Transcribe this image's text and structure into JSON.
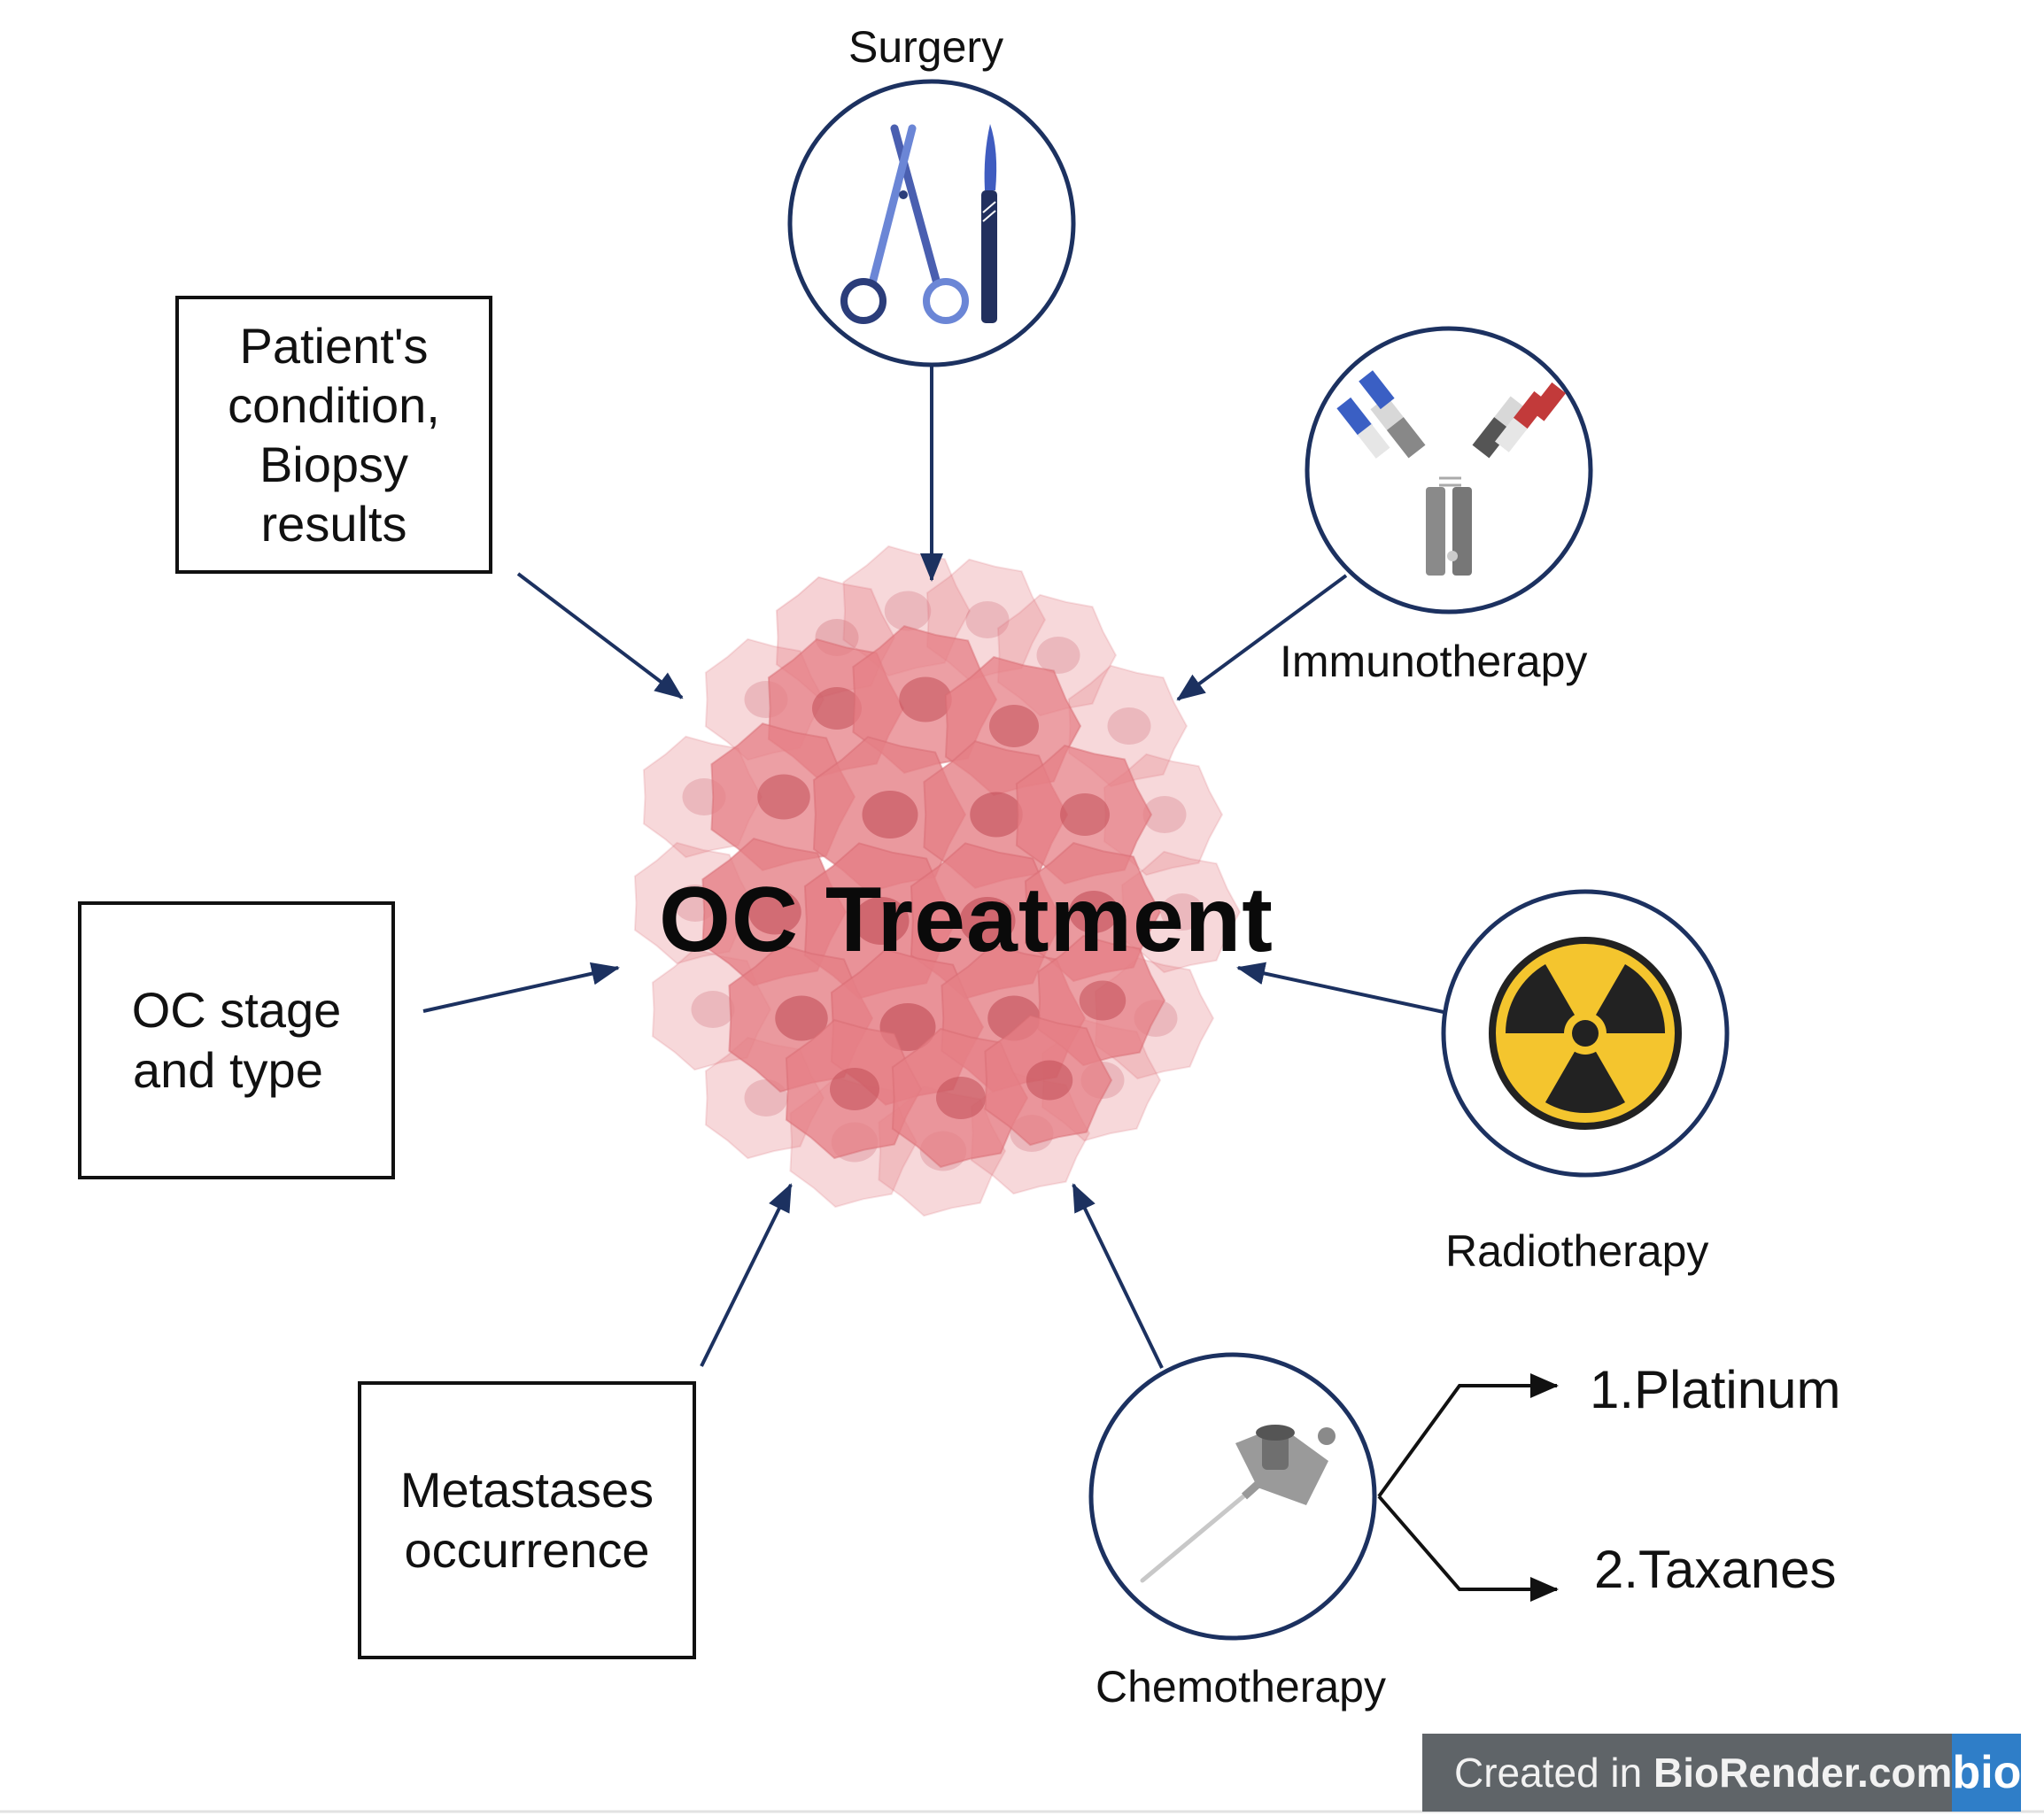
{
  "center": {
    "title": "OC Treatment"
  },
  "factors": {
    "patient": [
      "Patient's",
      "condition,",
      "Biopsy",
      "results"
    ],
    "stage": [
      "OC stage",
      "and type"
    ],
    "metastases": [
      "Metastases",
      "occurrence"
    ]
  },
  "treatments": {
    "surgery": "Surgery",
    "immunotherapy": "Immunotherapy",
    "radiotherapy": "Radiotherapy",
    "chemotherapy": "Chemotherapy"
  },
  "chemo_drugs": [
    "1.Platinum",
    "2.Taxanes"
  ],
  "footer": {
    "prefix": "Created in ",
    "brand": "BioRender.com",
    "logo": "bio"
  },
  "colors": {
    "arrow": "#1c3160",
    "circle_border": "#1c3160",
    "cells": "#e57f86",
    "radiation_yellow": "#f4c52e",
    "antibody_blue": "#3a5fc4",
    "antibody_red": "#c23a3a",
    "badge": "#5f6468",
    "badge_logo": "#2f7ec8"
  },
  "icons": [
    "scissors-icon",
    "scalpel-icon",
    "antibody-icon",
    "radiation-icon",
    "iv-catheter-icon",
    "tumor-cells"
  ]
}
